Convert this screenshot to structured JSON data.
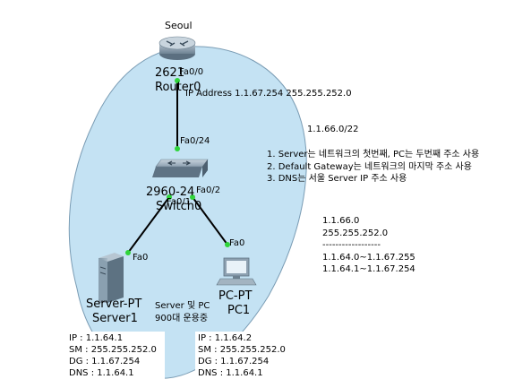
{
  "diagram": {
    "colors": {
      "area": "#c4e2f3",
      "area_stroke": "#7a9cb4",
      "link": "#000000",
      "port_dot": "#2fd43a"
    },
    "area_label": "Seoul",
    "devices": {
      "router": {
        "model": "2621",
        "name": "Router0",
        "icon": "router-icon"
      },
      "switch": {
        "model": "2960-24",
        "name": "Switch0",
        "icon": "switch-icon"
      },
      "server": {
        "model": "Server-PT",
        "name": "Server1",
        "icon": "server-icon"
      },
      "pc": {
        "model": "PC-PT",
        "name": "PC1",
        "icon": "pc-icon"
      }
    },
    "ports": {
      "router_fa00": "Fa0/0",
      "switch_fa024": "Fa0/24",
      "switch_fa01": "Fa0/1",
      "switch_fa02": "Fa0/2",
      "server_fa0": "Fa0",
      "pc_fa0": "Fa0"
    },
    "router_ip_note": "IP Address 1.1.67.254 255.255.252.0",
    "network": "1.1.66.0/22",
    "rules": [
      "1. Server는 네트워크의 첫번째, PC는 두번째 주소 사용",
      "2. Default Gateway는 네트워크의 마지막 주소 사용",
      "3. DNS는 서울 Server IP 주소 사용"
    ],
    "calc": [
      "1.1.66.0",
      "255.255.252.0",
      "------------------",
      "1.1.64.0~1.1.67.255",
      "1.1.64.1~1.1.67.254"
    ],
    "server_note": [
      "Server 및 PC",
      "900대 운용중"
    ],
    "server_info": [
      "IP : 1.1.64.1",
      "SM : 255.255.252.0",
      "DG : 1.1.67.254",
      "DNS : 1.1.64.1"
    ],
    "pc_info": [
      "IP : 1.1.64.2",
      "SM : 255.255.252.0",
      "DG : 1.1.67.254",
      "DNS : 1.1.64.1"
    ]
  }
}
